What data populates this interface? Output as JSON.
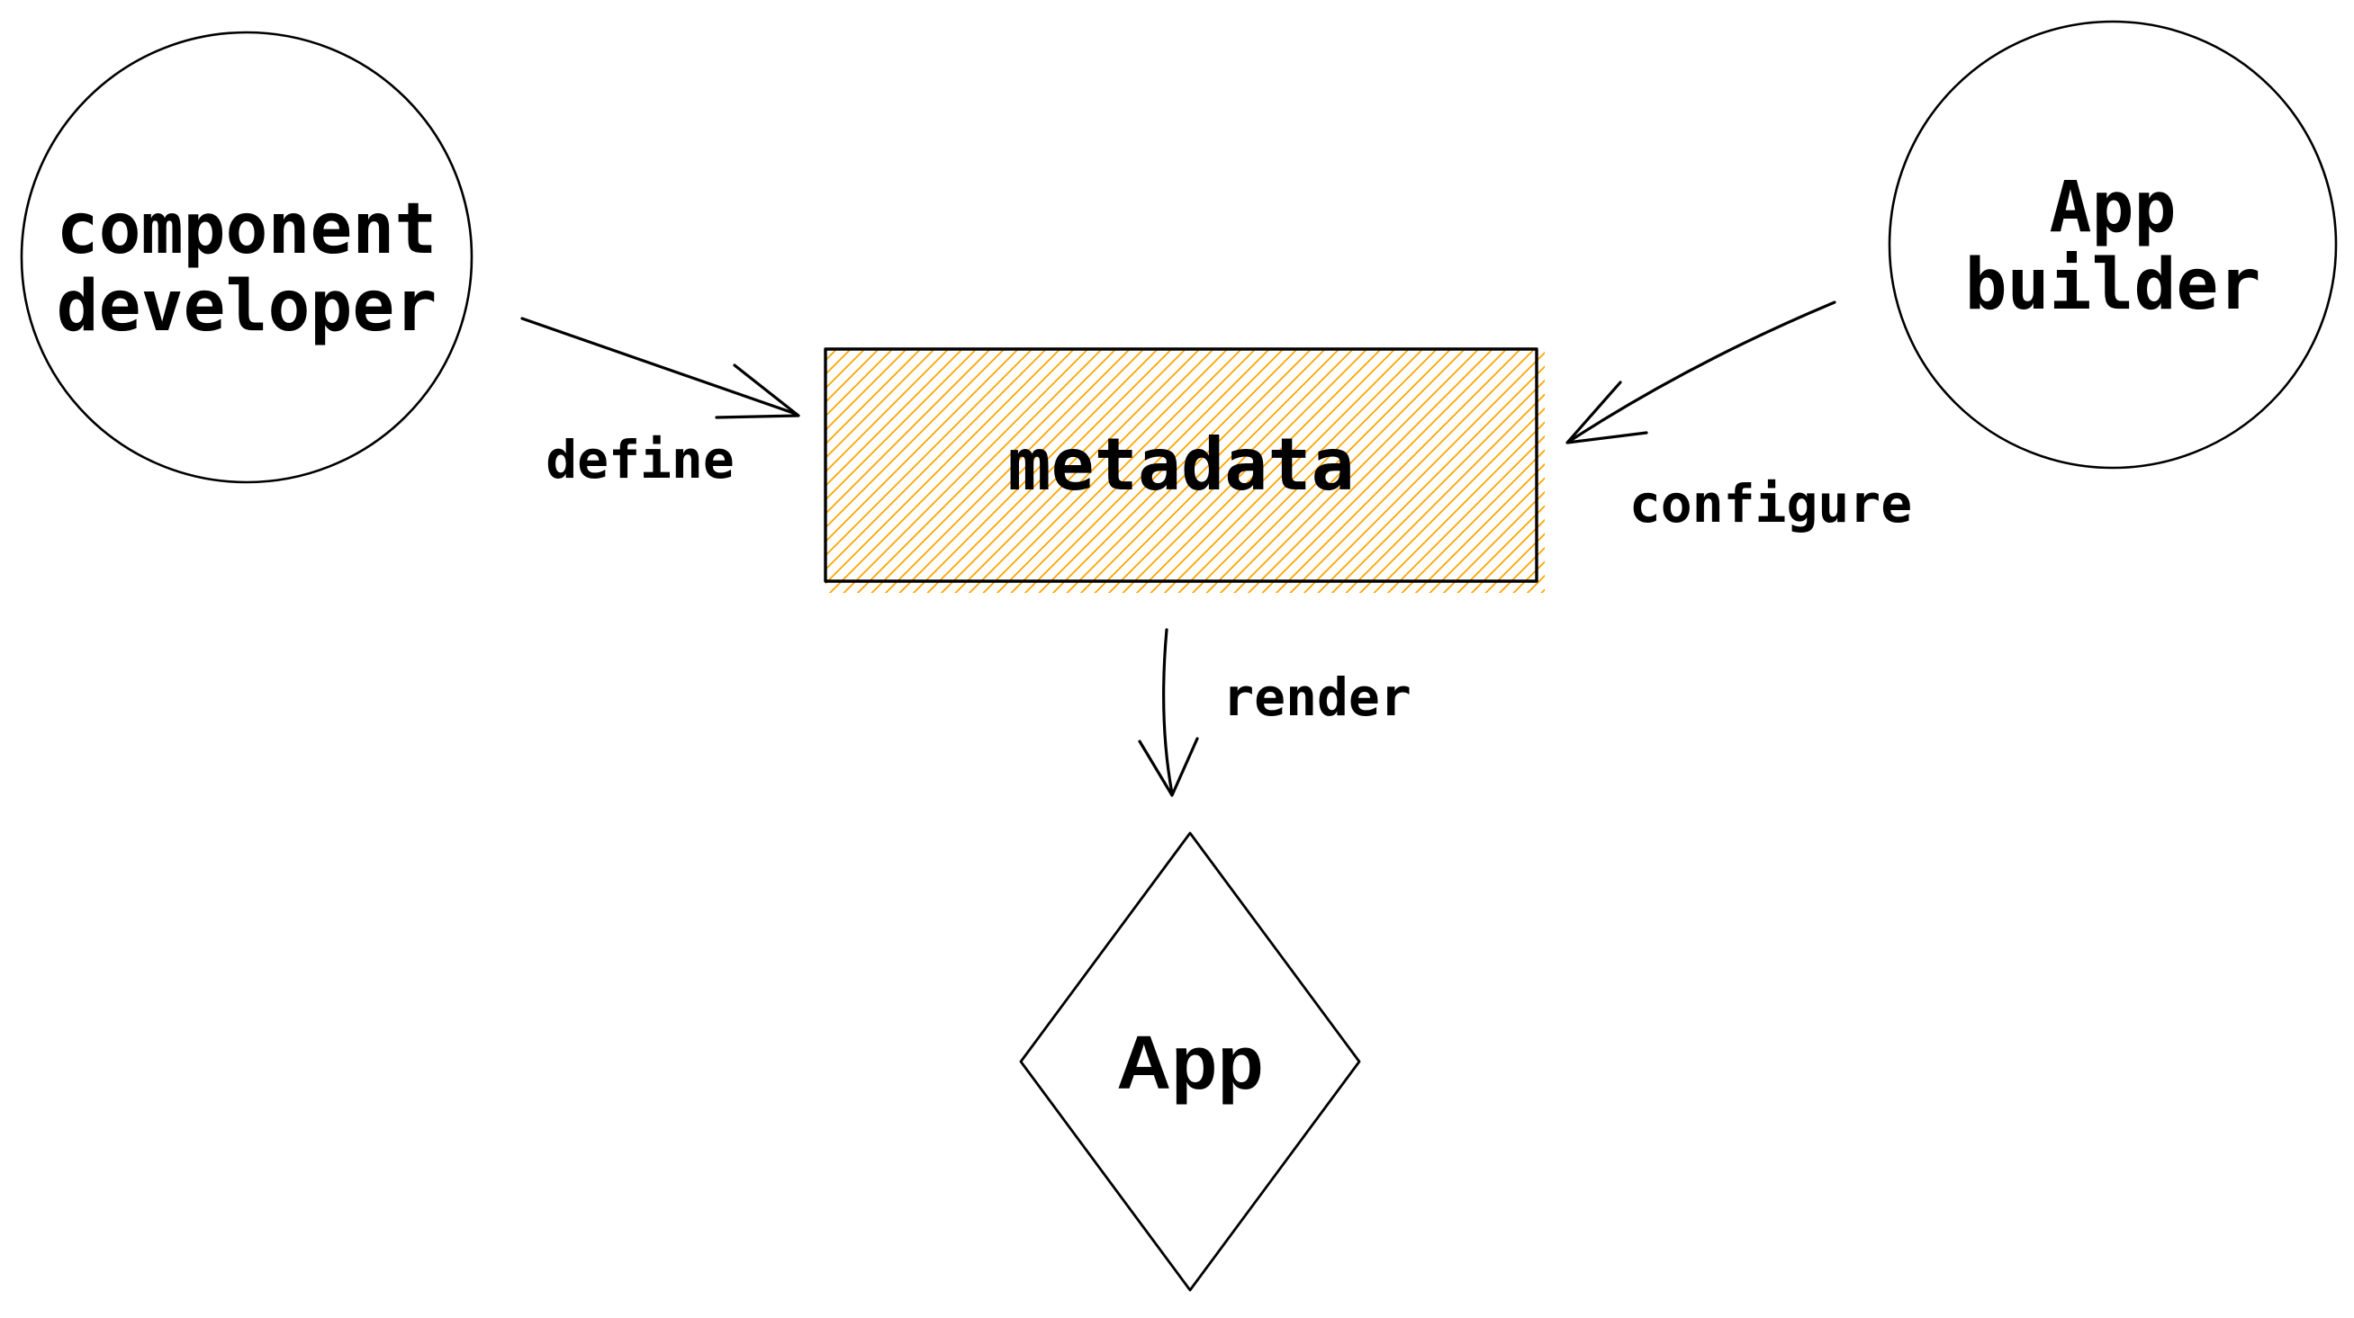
{
  "diagram": {
    "background_color": "#ffffff",
    "stroke_color": "#000000",
    "nodes": {
      "component_developer": {
        "shape": "circle",
        "lines": [
          "component",
          "developer"
        ]
      },
      "app_builder": {
        "shape": "circle",
        "lines": [
          "App",
          "builder"
        ]
      },
      "metadata": {
        "shape": "rectangle",
        "label": "metadata",
        "hatch_color": "#FFA500"
      },
      "app": {
        "shape": "diamond",
        "label": "App"
      }
    },
    "edges": [
      {
        "label": "define",
        "from": "component_developer",
        "to": "metadata"
      },
      {
        "label": "configure",
        "from": "app_builder",
        "to": "metadata"
      },
      {
        "label": "render",
        "from": "metadata",
        "to": "app"
      }
    ]
  }
}
